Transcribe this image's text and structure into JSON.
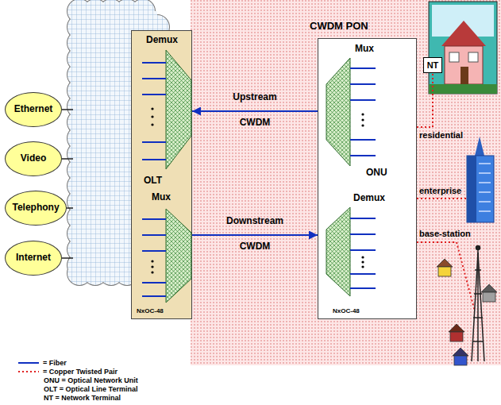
{
  "diagram": {
    "nodes": [
      {
        "text": [
          "Ethernet"
        ]
      },
      {
        "text": [
          "Video"
        ]
      },
      {
        "text": [
          "Telephony"
        ]
      },
      {
        "text": [
          "Internet"
        ]
      },
      {
        "text": [
          "Demux",
          "OLT",
          "Mux",
          "NxOC-48"
        ]
      },
      {
        "text": [
          "CWDM PON"
        ]
      },
      {
        "text": [
          "Mux",
          "ONU",
          "Demux",
          "NxOC-48"
        ],
        "in": 5
      },
      {
        "text": [
          "NT"
        ],
        "in": 5
      }
    ],
    "edges": [
      {
        "from": 6,
        "to": 4,
        "arrow": "to",
        "label": "Upstream"
      },
      {
        "from": 4,
        "to": 6,
        "arrow": "to",
        "label": "Downstream"
      },
      {
        "from": 6,
        "to": 7,
        "arrow": "none",
        "label": "residential"
      }
    ],
    "labels": [
      "CWDM",
      "CWDM",
      "enterprise",
      "base-station",
      "ONU = Optical Network Unit",
      "OLT = Optical Line Terminal",
      "NT = Network Terminal"
    ],
    "legend": [
      {
        "text": "= Fiber"
      },
      {
        "text": "= Copper Twisted Pair"
      }
    ]
  }
}
